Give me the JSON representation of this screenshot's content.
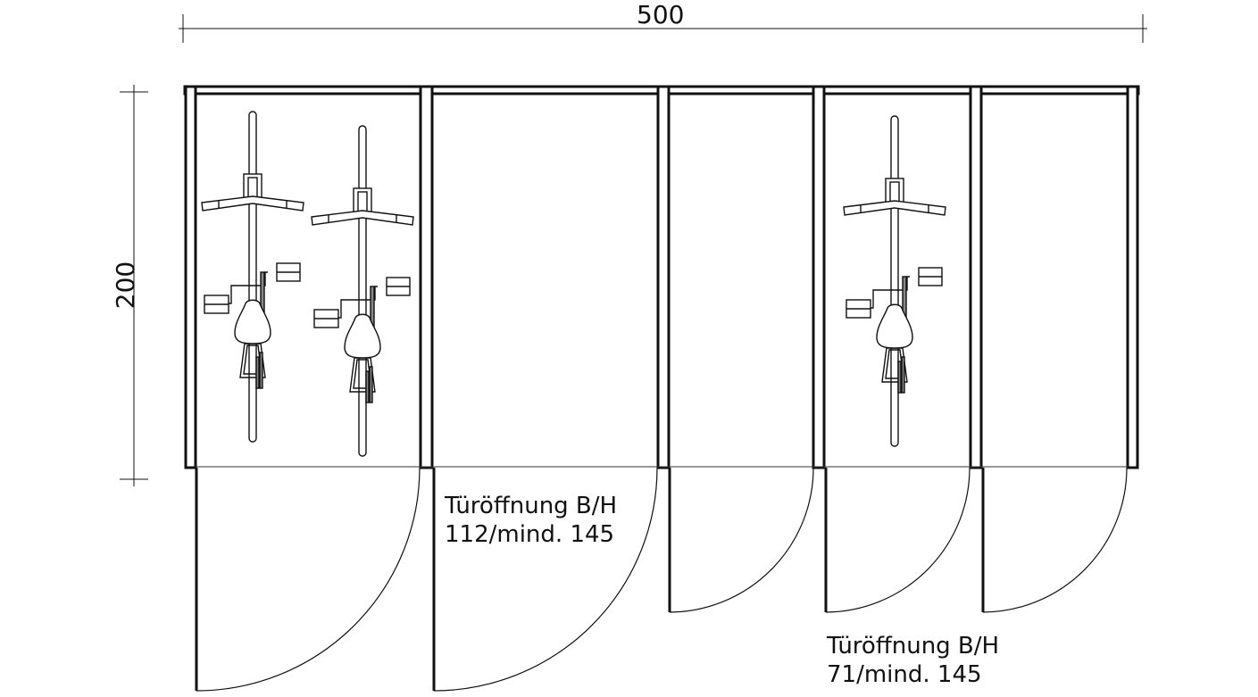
{
  "dimensions": {
    "width_label": "500",
    "depth_label": "200"
  },
  "doors": [
    {
      "label": "Türöffnung B/H",
      "size": "112/mind. 145"
    },
    {
      "label": "Türöffnung B/H",
      "size": "71/mind. 145"
    }
  ],
  "icons": [
    "bicycle-icon",
    "bicycle-icon",
    "bicycle-icon"
  ],
  "colors": {
    "line": "#111111",
    "background": "#ffffff"
  }
}
